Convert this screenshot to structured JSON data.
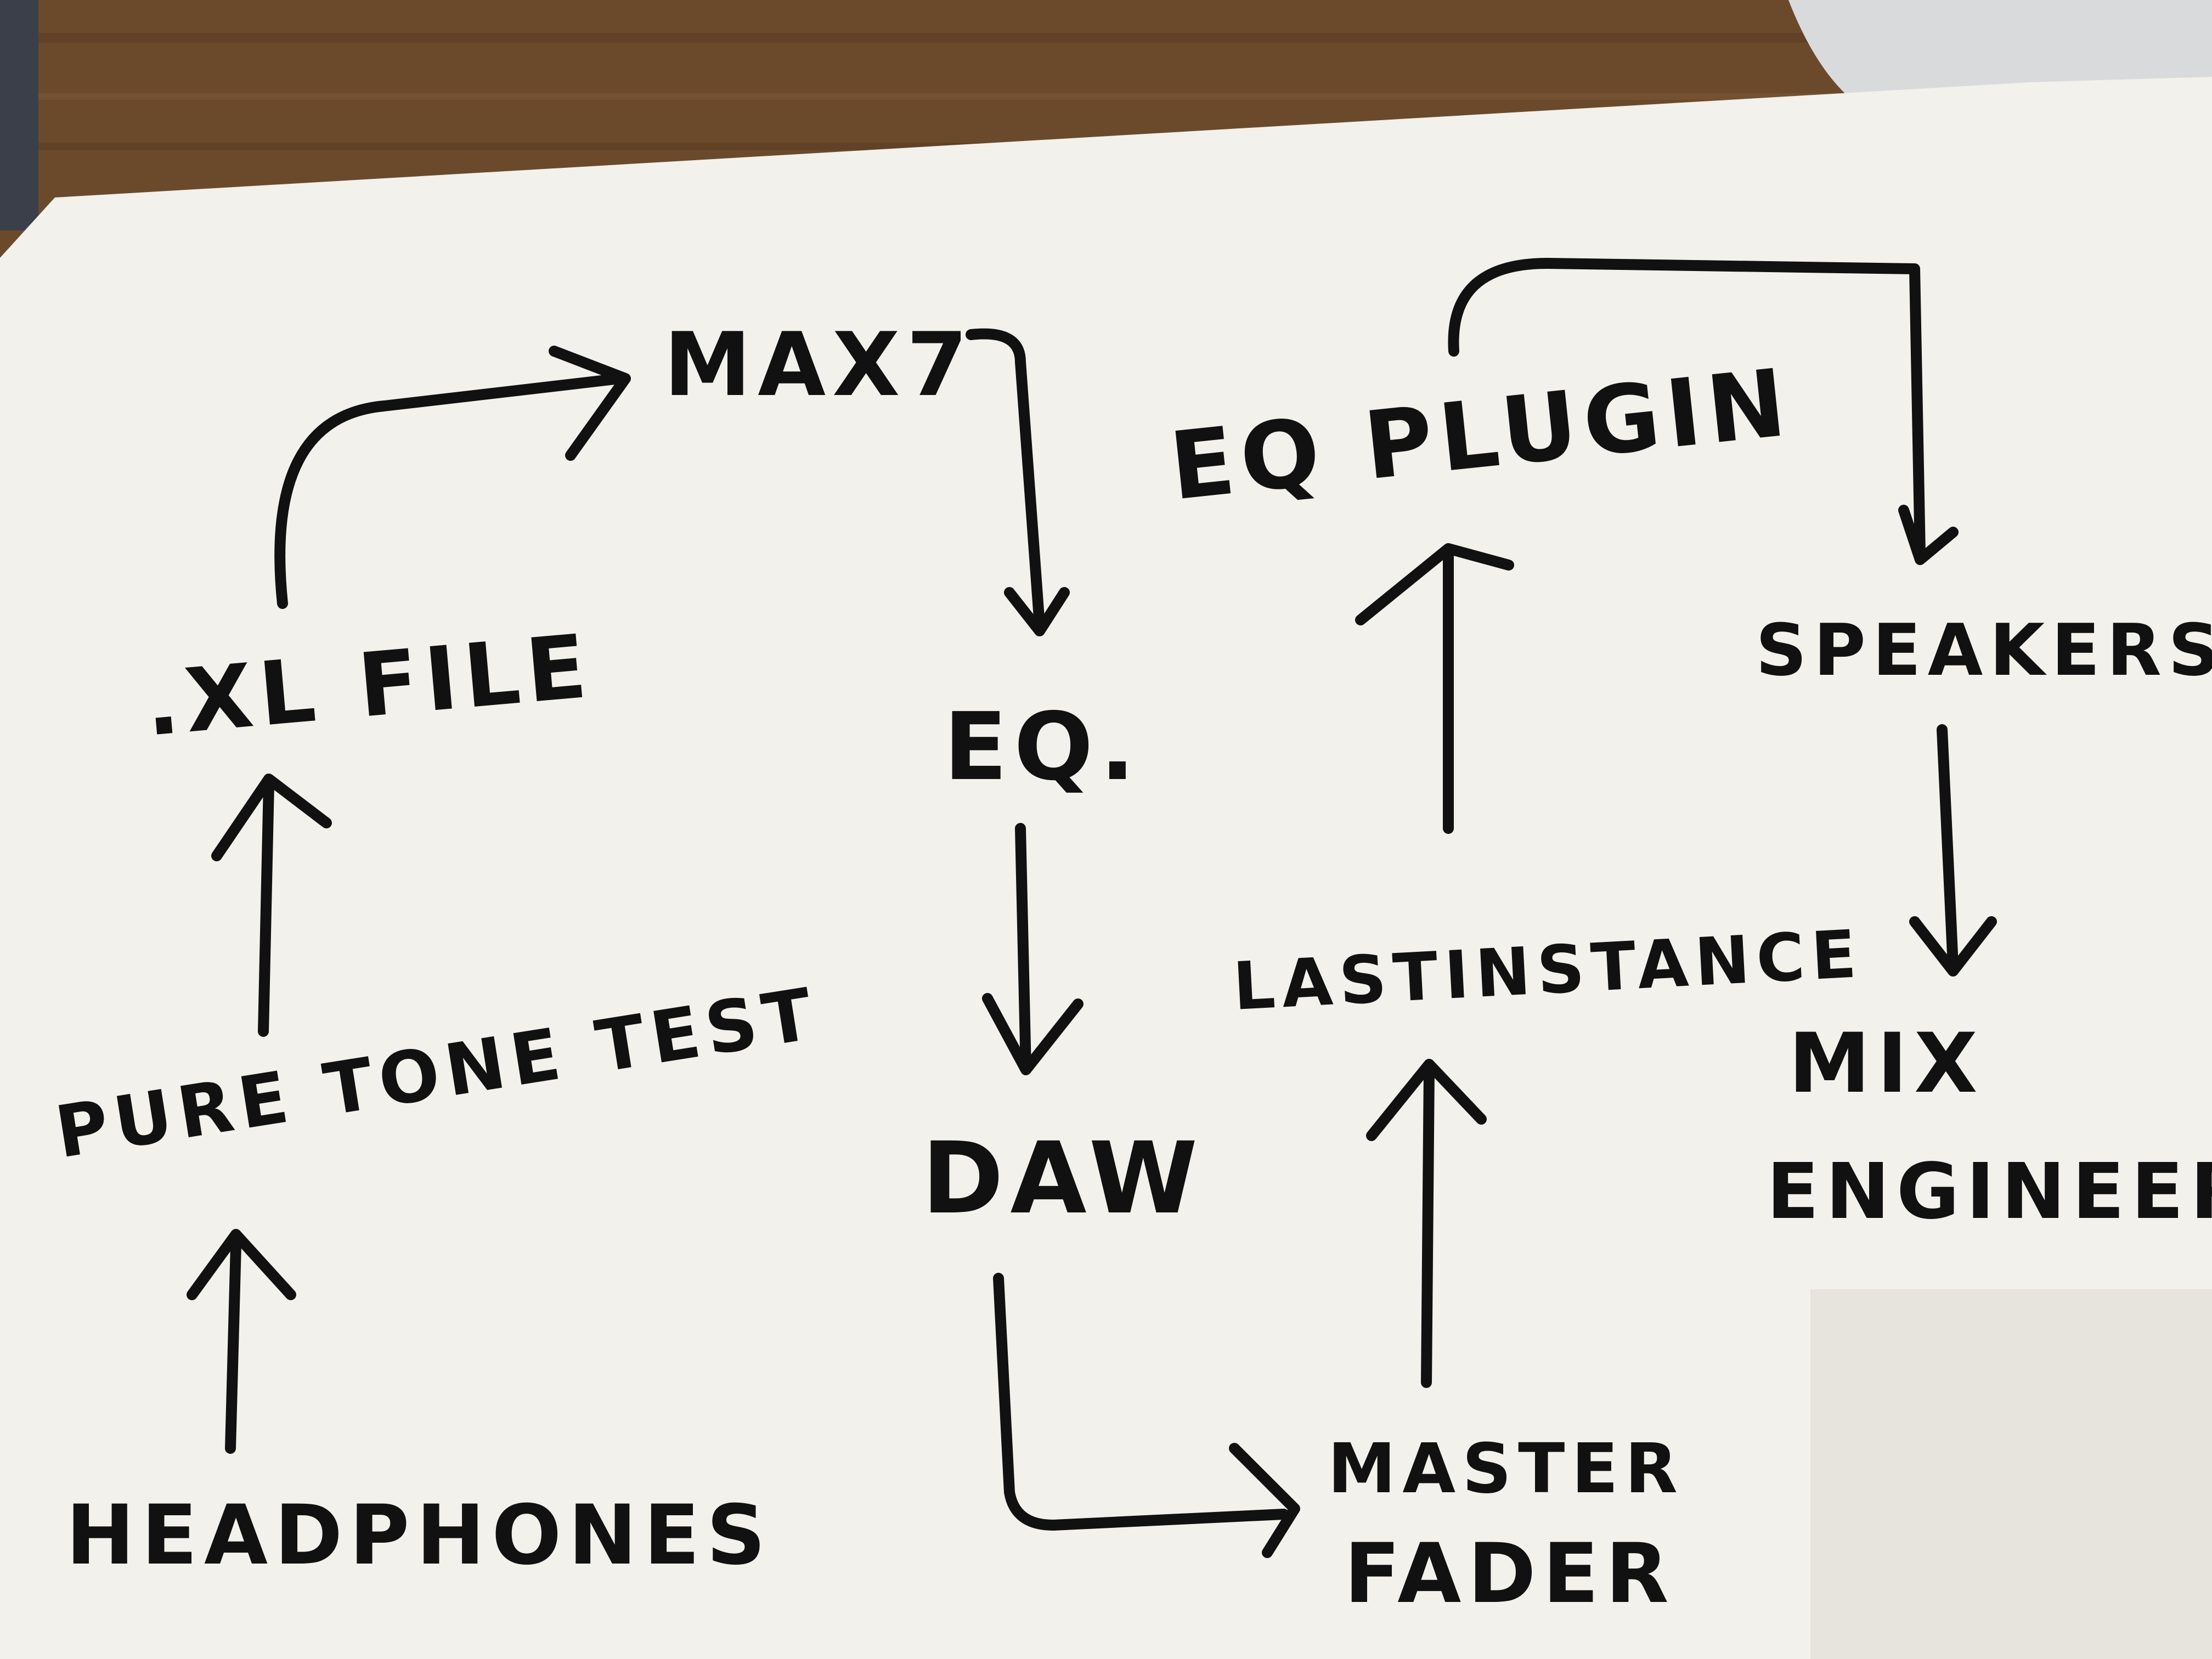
{
  "nodes": {
    "headphones": "HEADPHONES",
    "pure_tone_test": "PURE TONE TEST",
    "xl_file": ".XL FILE",
    "max7": "MAX7",
    "eq": "EQ.",
    "daw": "DAW",
    "master_fader_line1": "MASTER",
    "master_fader_line2": "FADER",
    "last_instance": "LASTINSTANCE",
    "eq_plugin": "EQ PLUGIN",
    "speakers": "SPEAKERS",
    "mix_engineer_line1": "MIX",
    "mix_engineer_line2": "ENGINEER"
  },
  "edges": [
    {
      "from": "HEADPHONES",
      "to": "PURE TONE TEST"
    },
    {
      "from": "PURE TONE TEST",
      "to": ".XL FILE"
    },
    {
      "from": ".XL FILE",
      "to": "MAX7"
    },
    {
      "from": "MAX7",
      "to": "EQ."
    },
    {
      "from": "EQ.",
      "to": "DAW"
    },
    {
      "from": "DAW",
      "to": "MASTER FADER"
    },
    {
      "from": "MASTER FADER",
      "to": "LASTINSTANCE"
    },
    {
      "from": "LASTINSTANCE",
      "to": "EQ PLUGIN"
    },
    {
      "from": "EQ PLUGIN",
      "to": "SPEAKERS"
    },
    {
      "from": "SPEAKERS",
      "to": "MIX ENGINEER"
    }
  ],
  "colors": {
    "table": "#6b4a2c",
    "paper": "#f2f1ec",
    "ink": "#111111",
    "laptop": "#d9dadc"
  }
}
